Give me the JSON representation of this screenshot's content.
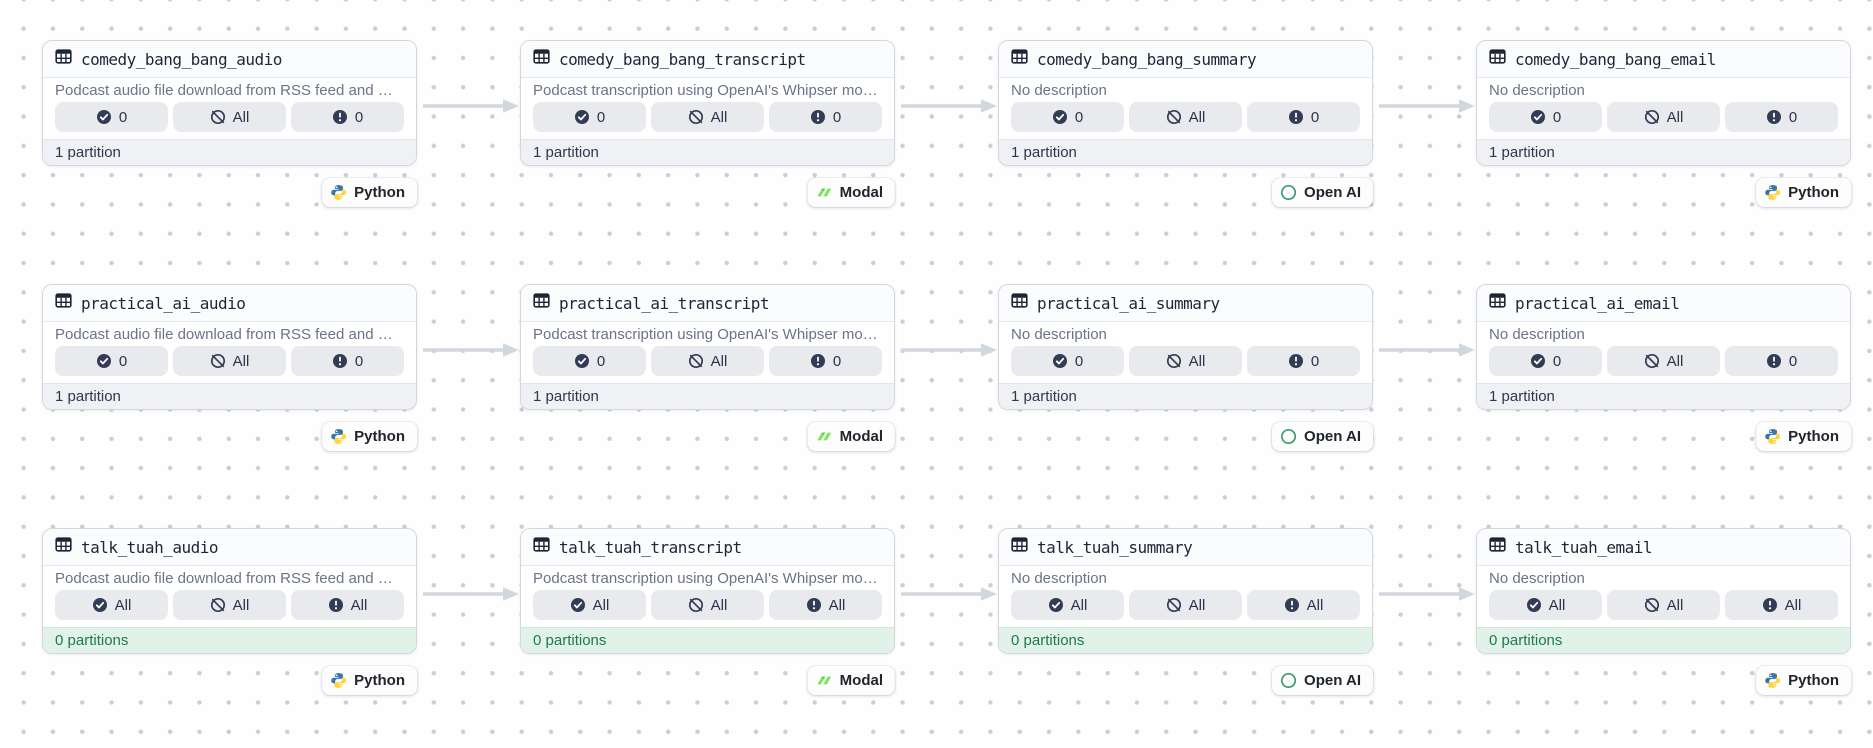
{
  "colors": {
    "footer_success_bg": "#E1F3E9",
    "footer_success_text": "#1D7A4B",
    "badge_bg": "#E8EAEE",
    "icon_navy": "#323C55",
    "arrow": "#D2D6DD",
    "python_blue": "#3776AB",
    "python_yellow": "#FFD43B",
    "modal_green": "#7FE35F",
    "openai_green": "#3D9C72"
  },
  "tags": {
    "python": "Python",
    "modal": "Modal",
    "openai": "Open AI"
  },
  "badge_icons": [
    "check-circle",
    "slash-circle",
    "alert-circle"
  ],
  "assets": [
    {
      "row": 0,
      "col": 0,
      "title": "comedy_bang_bang_audio",
      "description": "Podcast audio file download from RSS feed and …",
      "badges": [
        {
          "icon": "check-circle",
          "value": "0"
        },
        {
          "icon": "slash-circle",
          "value": "All"
        },
        {
          "icon": "alert-circle",
          "value": "0"
        }
      ],
      "partitions": "1 partition",
      "footer_state": "neutral",
      "tag": "python"
    },
    {
      "row": 0,
      "col": 1,
      "title": "comedy_bang_bang_transcript",
      "description": "Podcast transcription using OpenAI's Whipser mo…",
      "badges": [
        {
          "icon": "check-circle",
          "value": "0"
        },
        {
          "icon": "slash-circle",
          "value": "All"
        },
        {
          "icon": "alert-circle",
          "value": "0"
        }
      ],
      "partitions": "1 partition",
      "footer_state": "neutral",
      "tag": "modal"
    },
    {
      "row": 0,
      "col": 2,
      "title": "comedy_bang_bang_summary",
      "description": "No description",
      "badges": [
        {
          "icon": "check-circle",
          "value": "0"
        },
        {
          "icon": "slash-circle",
          "value": "All"
        },
        {
          "icon": "alert-circle",
          "value": "0"
        }
      ],
      "partitions": "1 partition",
      "footer_state": "neutral",
      "tag": "openai"
    },
    {
      "row": 0,
      "col": 3,
      "title": "comedy_bang_bang_email",
      "description": "No description",
      "badges": [
        {
          "icon": "check-circle",
          "value": "0"
        },
        {
          "icon": "slash-circle",
          "value": "All"
        },
        {
          "icon": "alert-circle",
          "value": "0"
        }
      ],
      "partitions": "1 partition",
      "footer_state": "neutral",
      "tag": "python"
    },
    {
      "row": 1,
      "col": 0,
      "title": "practical_ai_audio",
      "description": "Podcast audio file download from RSS feed and …",
      "badges": [
        {
          "icon": "check-circle",
          "value": "0"
        },
        {
          "icon": "slash-circle",
          "value": "All"
        },
        {
          "icon": "alert-circle",
          "value": "0"
        }
      ],
      "partitions": "1 partition",
      "footer_state": "neutral",
      "tag": "python"
    },
    {
      "row": 1,
      "col": 1,
      "title": "practical_ai_transcript",
      "description": "Podcast transcription using OpenAI's Whipser mo…",
      "badges": [
        {
          "icon": "check-circle",
          "value": "0"
        },
        {
          "icon": "slash-circle",
          "value": "All"
        },
        {
          "icon": "alert-circle",
          "value": "0"
        }
      ],
      "partitions": "1 partition",
      "footer_state": "neutral",
      "tag": "modal"
    },
    {
      "row": 1,
      "col": 2,
      "title": "practical_ai_summary",
      "description": "No description",
      "badges": [
        {
          "icon": "check-circle",
          "value": "0"
        },
        {
          "icon": "slash-circle",
          "value": "All"
        },
        {
          "icon": "alert-circle",
          "value": "0"
        }
      ],
      "partitions": "1 partition",
      "footer_state": "neutral",
      "tag": "openai"
    },
    {
      "row": 1,
      "col": 3,
      "title": "practical_ai_email",
      "description": "No description",
      "badges": [
        {
          "icon": "check-circle",
          "value": "0"
        },
        {
          "icon": "slash-circle",
          "value": "All"
        },
        {
          "icon": "alert-circle",
          "value": "0"
        }
      ],
      "partitions": "1 partition",
      "footer_state": "neutral",
      "tag": "python"
    },
    {
      "row": 2,
      "col": 0,
      "title": "talk_tuah_audio",
      "description": "Podcast audio file download from RSS feed and …",
      "badges": [
        {
          "icon": "check-circle",
          "value": "All"
        },
        {
          "icon": "slash-circle",
          "value": "All"
        },
        {
          "icon": "alert-circle",
          "value": "All"
        }
      ],
      "partitions": "0 partitions",
      "footer_state": "success",
      "tag": "python"
    },
    {
      "row": 2,
      "col": 1,
      "title": "talk_tuah_transcript",
      "description": "Podcast transcription using OpenAI's Whipser mo…",
      "badges": [
        {
          "icon": "check-circle",
          "value": "All"
        },
        {
          "icon": "slash-circle",
          "value": "All"
        },
        {
          "icon": "alert-circle",
          "value": "All"
        }
      ],
      "partitions": "0 partitions",
      "footer_state": "success",
      "tag": "modal"
    },
    {
      "row": 2,
      "col": 2,
      "title": "talk_tuah_summary",
      "description": "No description",
      "badges": [
        {
          "icon": "check-circle",
          "value": "All"
        },
        {
          "icon": "slash-circle",
          "value": "All"
        },
        {
          "icon": "alert-circle",
          "value": "All"
        }
      ],
      "partitions": "0 partitions",
      "footer_state": "success",
      "tag": "openai"
    },
    {
      "row": 2,
      "col": 3,
      "title": "talk_tuah_email",
      "description": "No description",
      "badges": [
        {
          "icon": "check-circle",
          "value": "All"
        },
        {
          "icon": "slash-circle",
          "value": "All"
        },
        {
          "icon": "alert-circle",
          "value": "All"
        }
      ],
      "partitions": "0 partitions",
      "footer_state": "success",
      "tag": "python"
    }
  ],
  "edges": [
    {
      "from": "comedy_bang_bang_audio",
      "to": "comedy_bang_bang_transcript"
    },
    {
      "from": "comedy_bang_bang_transcript",
      "to": "comedy_bang_bang_summary"
    },
    {
      "from": "comedy_bang_bang_summary",
      "to": "comedy_bang_bang_email"
    },
    {
      "from": "practical_ai_audio",
      "to": "practical_ai_transcript"
    },
    {
      "from": "practical_ai_transcript",
      "to": "practical_ai_summary"
    },
    {
      "from": "practical_ai_summary",
      "to": "practical_ai_email"
    },
    {
      "from": "talk_tuah_audio",
      "to": "talk_tuah_transcript"
    },
    {
      "from": "talk_tuah_transcript",
      "to": "talk_tuah_summary"
    },
    {
      "from": "talk_tuah_summary",
      "to": "talk_tuah_email"
    }
  ]
}
